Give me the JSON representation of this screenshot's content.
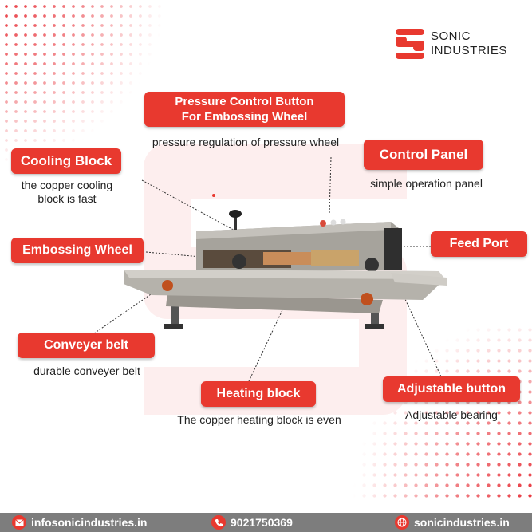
{
  "brand": {
    "line1": "SONIC",
    "line2": "INDUSTRIES",
    "logo_icon": "s-stripes-logo-icon",
    "accent": "#e8392f"
  },
  "callouts": {
    "pressure": {
      "title1": "Pressure Control Button",
      "title2": "For Embossing Wheel",
      "desc": "pressure regulation of pressure wheel"
    },
    "control_panel": {
      "title": "Control Panel",
      "desc": "simple operation panel"
    },
    "cooling": {
      "title": "Cooling Block",
      "desc1": "the copper cooling",
      "desc2": "block is fast"
    },
    "embossing": {
      "title": "Embossing Wheel"
    },
    "feed_port": {
      "title": "Feed Port"
    },
    "conveyer": {
      "title": "Conveyer belt",
      "desc": "durable conveyer belt"
    },
    "heating": {
      "title": "Heating block",
      "desc": "The copper heating block is even"
    },
    "adjustable": {
      "title": "Adjustable button",
      "desc": "Adjustable bearing"
    }
  },
  "footer": {
    "email": "infosonicindustries.in",
    "phone": "9021750369",
    "website": "sonicindustries.in",
    "email_icon": "mail-icon",
    "phone_icon": "phone-icon",
    "web_icon": "globe-icon",
    "bar_color": "#7d7d7d"
  },
  "colors": {
    "callout_red": "#e8392f",
    "text": "#222222"
  }
}
